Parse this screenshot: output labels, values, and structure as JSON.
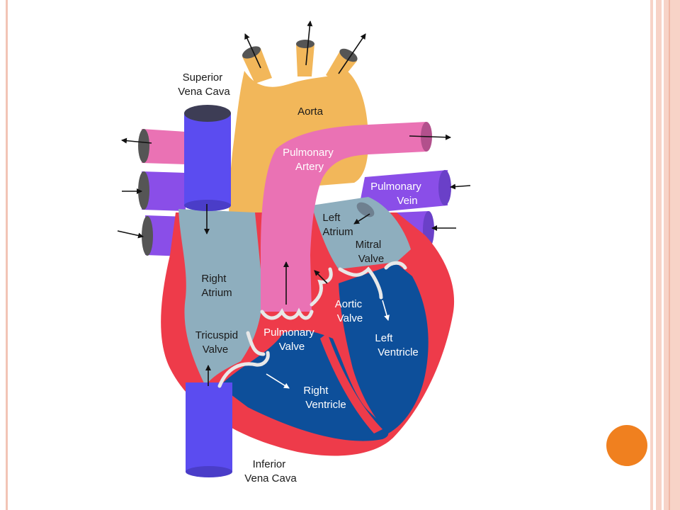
{
  "diagram": {
    "labels": {
      "superior_vena_cava": [
        "Superior",
        "Vena Cava"
      ],
      "aorta": [
        "Aorta"
      ],
      "pulmonary_artery": [
        "Pulmonary",
        "Artery"
      ],
      "pulmonary_vein": [
        "Pulmonary",
        "Vein"
      ],
      "left_atrium": [
        "Left",
        "Atrium"
      ],
      "mitral_valve": [
        "Mitral",
        "Valve"
      ],
      "right_atrium": [
        "Right",
        "Atrium"
      ],
      "aortic_valve": [
        "Aortic",
        "Valve"
      ],
      "tricuspid_valve": [
        "Tricuspid",
        "Valve"
      ],
      "pulmonary_valve": [
        "Pulmonary",
        "Valve"
      ],
      "left_ventricle": [
        "Left",
        "Ventricle"
      ],
      "right_ventricle": [
        "Right",
        "Ventricle"
      ],
      "inferior_vena_cava": [
        "Inferior",
        "Vena Cava"
      ]
    },
    "colors": {
      "aorta": "#f2b75a",
      "pulmonary_artery": "#ea72b4",
      "vena_cava": "#5b4cf0",
      "pulmonary_vein": "#8a4ee8",
      "atrium": "#8eaebe",
      "ventricle": "#0d4f9a",
      "muscle": "#ee3b4a",
      "frame_accent": "#f0801f"
    }
  }
}
